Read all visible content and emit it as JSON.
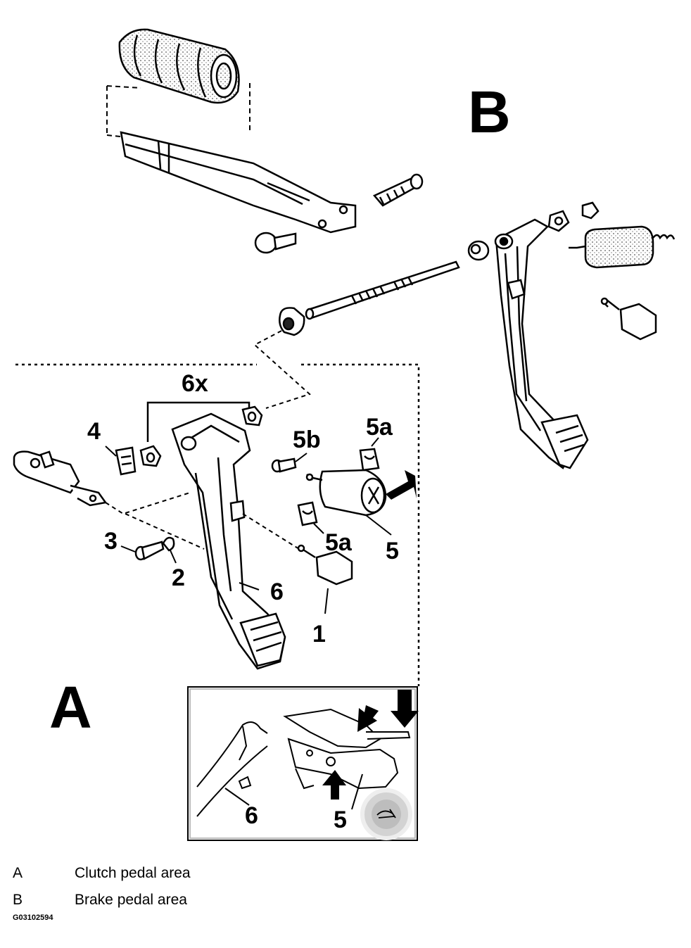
{
  "diagram": {
    "section_labels": {
      "a": "A",
      "b": "B"
    },
    "callouts": {
      "c1": "1",
      "c2": "2",
      "c3": "3",
      "c4": "4",
      "c5": "5",
      "c5a_top": "5a",
      "c5a_bottom": "5a",
      "c5b": "5b",
      "c6": "6",
      "c6x": "6x",
      "inset_6": "6",
      "inset_5": "5"
    }
  },
  "legend": [
    {
      "key": "A",
      "text": "Clutch pedal area"
    },
    {
      "key": "B",
      "text": "Brake pedal area"
    }
  ],
  "figure_id": "G03102594"
}
